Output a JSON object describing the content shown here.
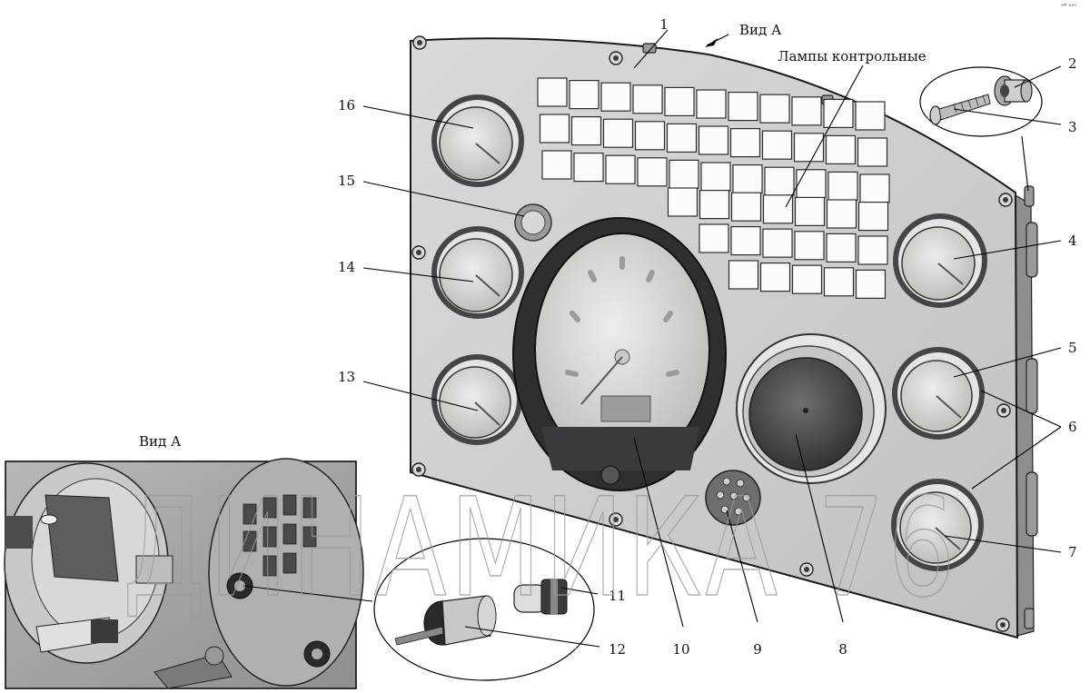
{
  "view_label_top": "Вид А",
  "view_label_inset": "Вид А",
  "lamps_label": "Лампы контрольные",
  "watermark": "ДИНАМИКА 76",
  "corner_mark": "ᵃᴹ ᵃᵃᵃ",
  "callouts": [
    "1",
    "2",
    "3",
    "4",
    "5",
    "6",
    "7",
    "8",
    "9",
    "10",
    "11",
    "12",
    "13",
    "14",
    "15",
    "16"
  ],
  "colors": {
    "panel": "#cdcfd1",
    "bezel": "#454545",
    "glass": "#d2d4cf",
    "line": "#000000"
  }
}
